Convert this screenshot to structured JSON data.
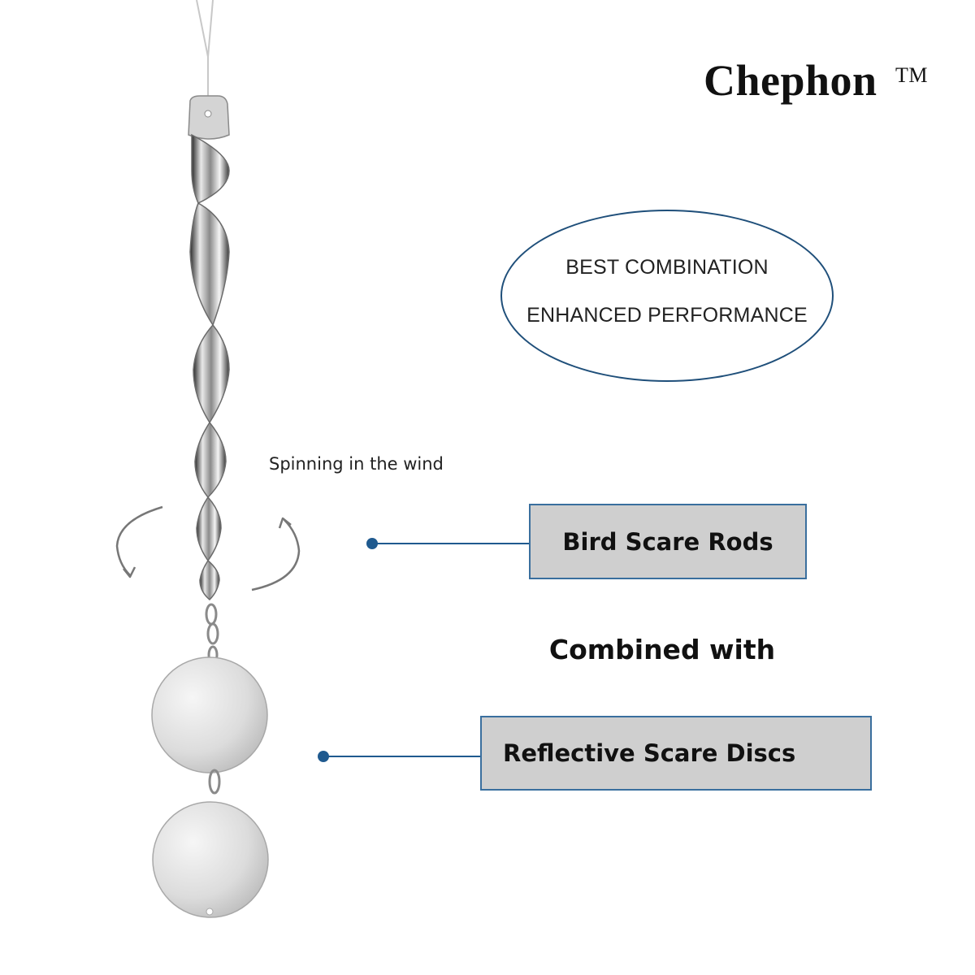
{
  "brand": {
    "name": "Chephon",
    "trademark": "TM"
  },
  "badge": {
    "line1": "BEST COMBINATION",
    "line2": "ENHANCED PERFORMANCE"
  },
  "spin_label": "Spinning in the wind",
  "rods_label": "Bird Scare Rods",
  "combined_label": "Combined with",
  "discs_label": "Reflective Scare Discs",
  "colors": {
    "accent": "#1f5a8f",
    "box_fill": "#cfcfcf",
    "text": "#111111"
  }
}
